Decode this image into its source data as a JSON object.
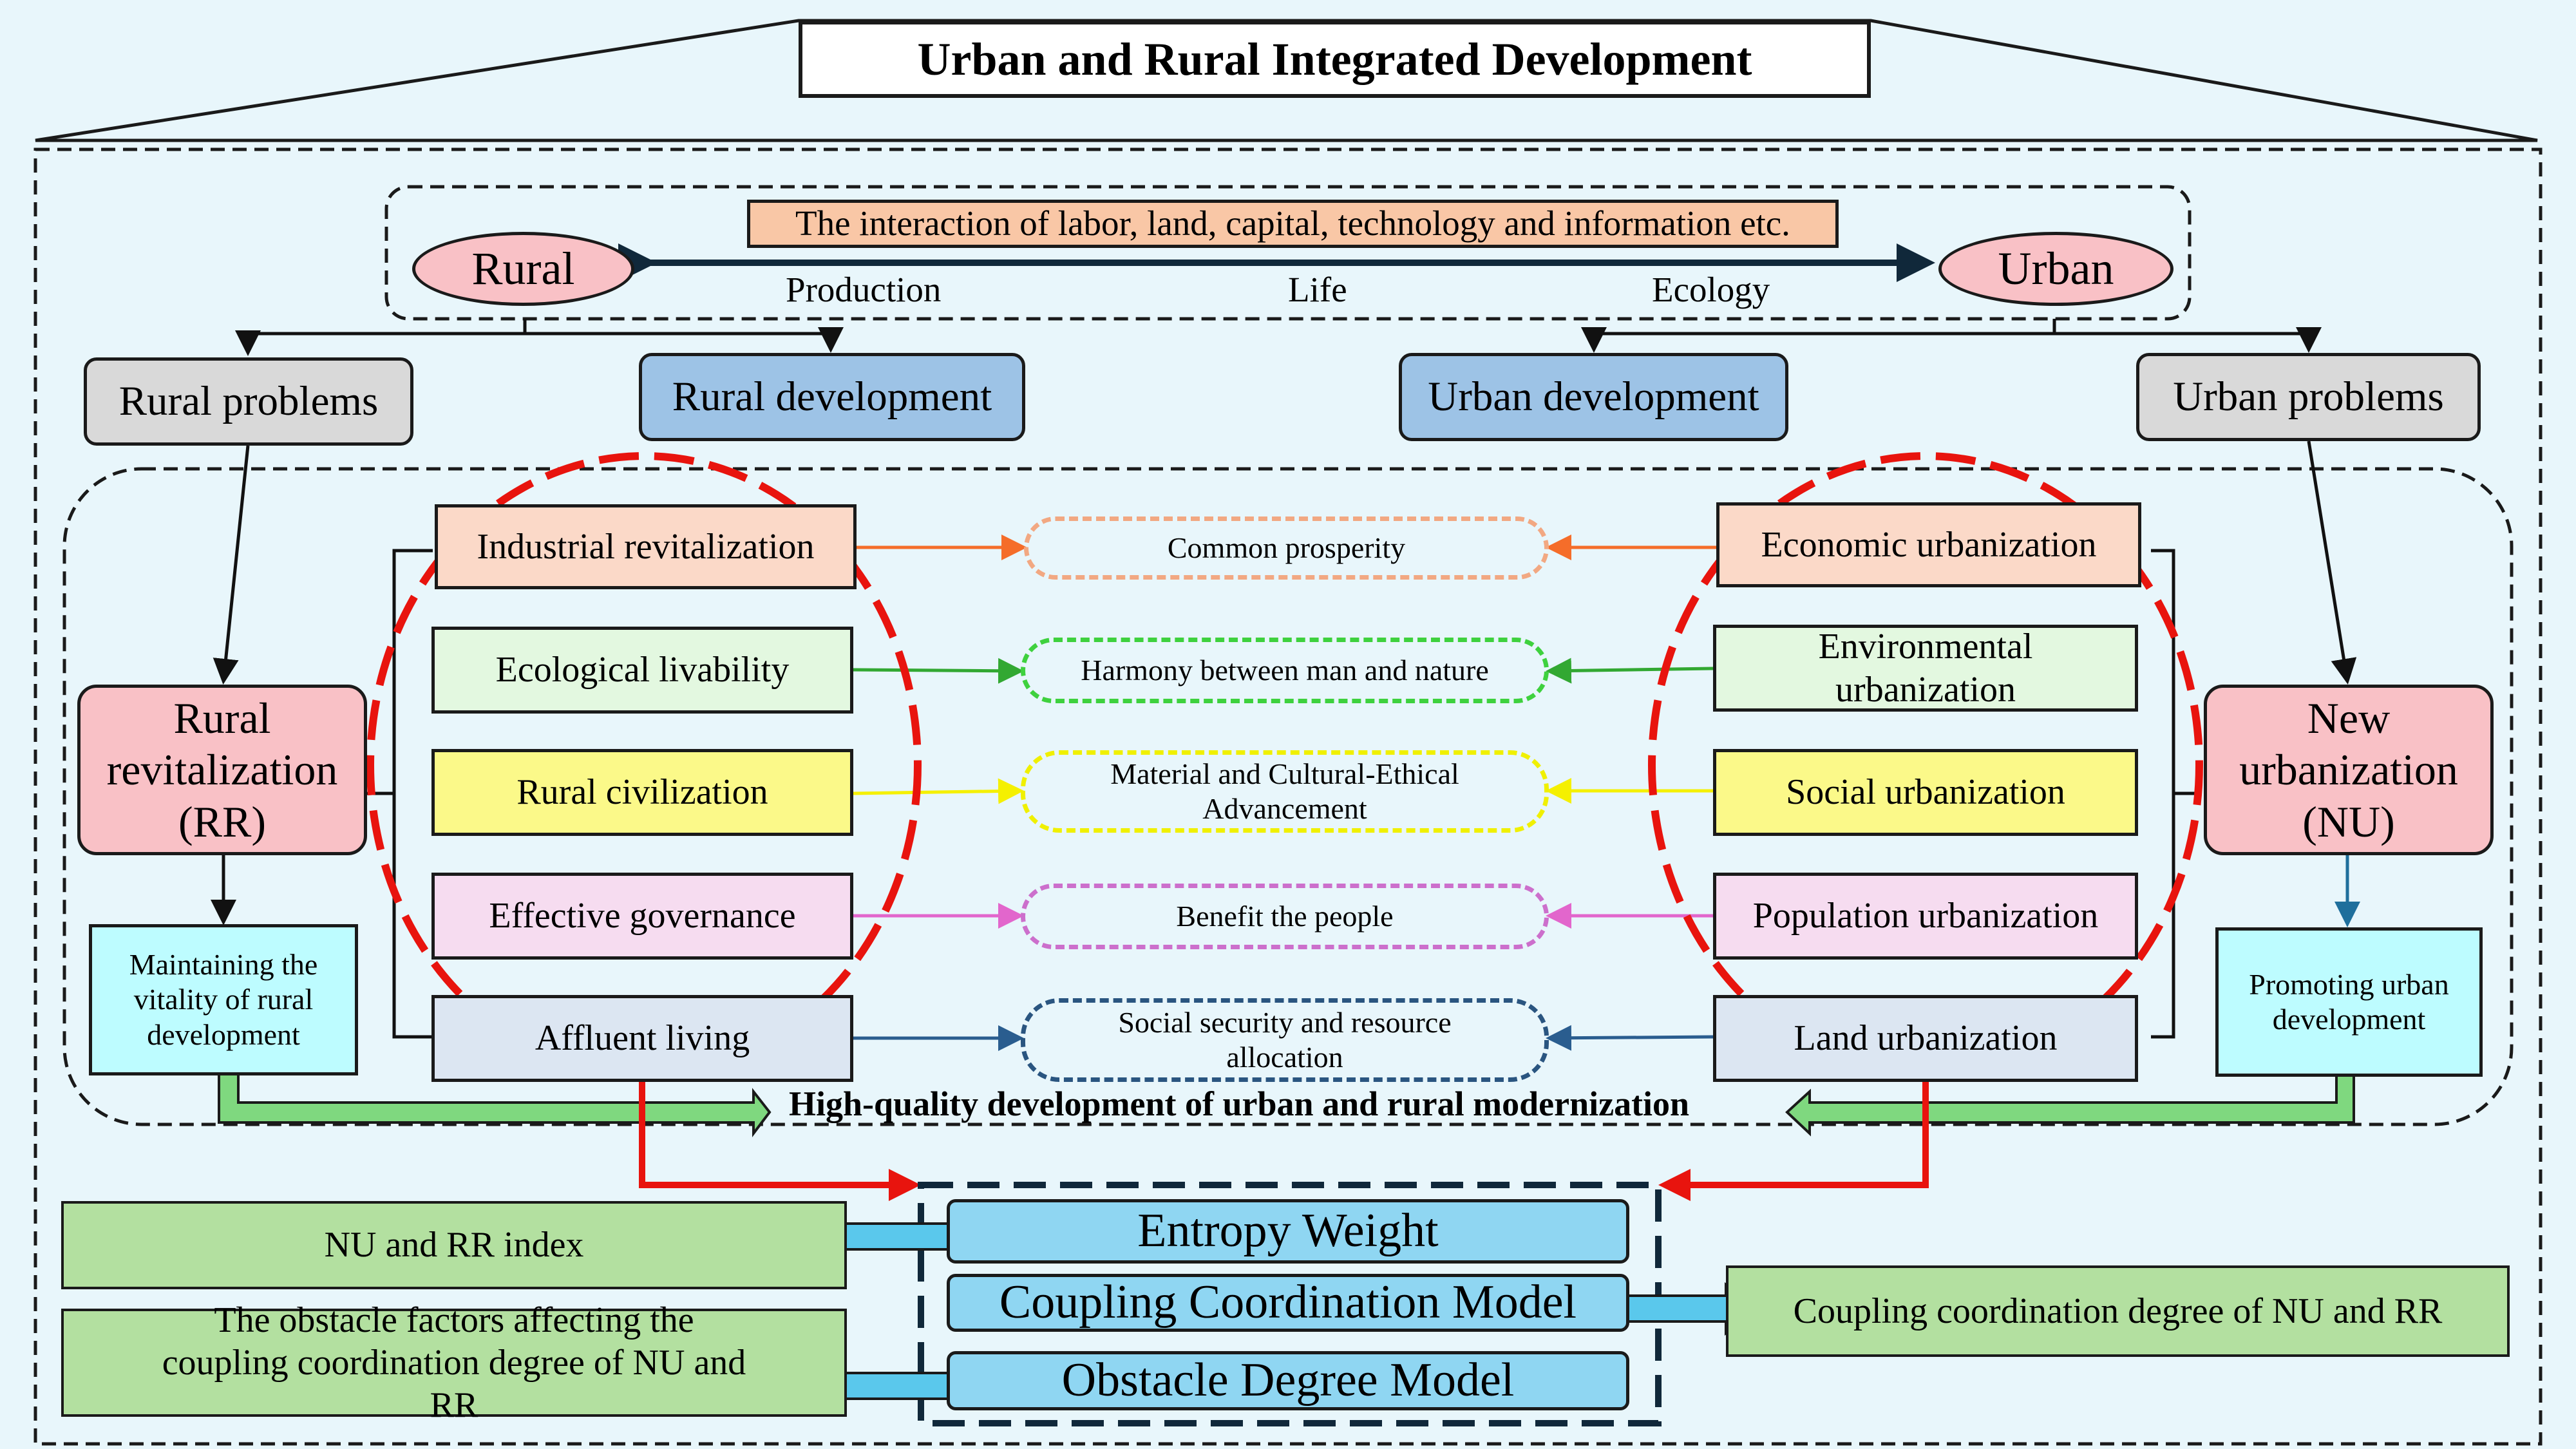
{
  "title": "Urban and Rural Integrated Development",
  "top": {
    "interaction": "The interaction of labor, land, capital, technology and information etc.",
    "rural": "Rural",
    "urban": "Urban",
    "production": "Production",
    "life": "Life",
    "ecology": "Ecology"
  },
  "categories": {
    "rural_problems": "Rural problems",
    "rural_development": "Rural development",
    "urban_development": "Urban development",
    "urban_problems": "Urban problems"
  },
  "rural_revitalization": "Rural revitalization (RR)",
  "new_urbanization": "New urbanization (NU)",
  "maintaining": "Maintaining the vitality of rural development",
  "promoting": "Promoting urban development",
  "rr_dimensions": [
    "Industrial revitalization",
    "Ecological livability",
    "Rural civilization",
    "Effective governance",
    "Affluent living"
  ],
  "goals": [
    "Common prosperity",
    "Harmony between man and nature",
    "Material and Cultural-Ethical Advancement",
    "Benefit the people",
    "Social security and resource allocation"
  ],
  "nu_dimensions": [
    "Economic urbanization",
    "Environmental urbanization",
    "Social urbanization",
    "Population urbanization",
    "Land urbanization"
  ],
  "high_quality": "High-quality development of urban and rural modernization",
  "methods": [
    "Entropy Weight",
    "Coupling Coordination Model",
    "Obstacle Degree Model"
  ],
  "outputs": {
    "index": "NU and RR index",
    "obstacle": "The obstacle factors affecting the coupling coordination degree of  NU and RR",
    "coupling": "Coupling coordination degree of  NU and RR"
  },
  "colors": {
    "row_colors": [
      "#f56d2a",
      "#32a832",
      "#f5f000",
      "#e266cc",
      "#2a5d8f"
    ],
    "goal_borders": [
      "#f2a882",
      "#3ed13e",
      "#f0f000",
      "#cc6fcc",
      "#2a5580"
    ],
    "rr_fills": [
      "#fbd9c8",
      "#e3f8e0",
      "#fbf989",
      "#f6dcf0",
      "#dce6f2"
    ],
    "accent_red": "#e8140e",
    "green_arrow": "#7fd87f",
    "blue_arrow": "#5ac8ec"
  }
}
